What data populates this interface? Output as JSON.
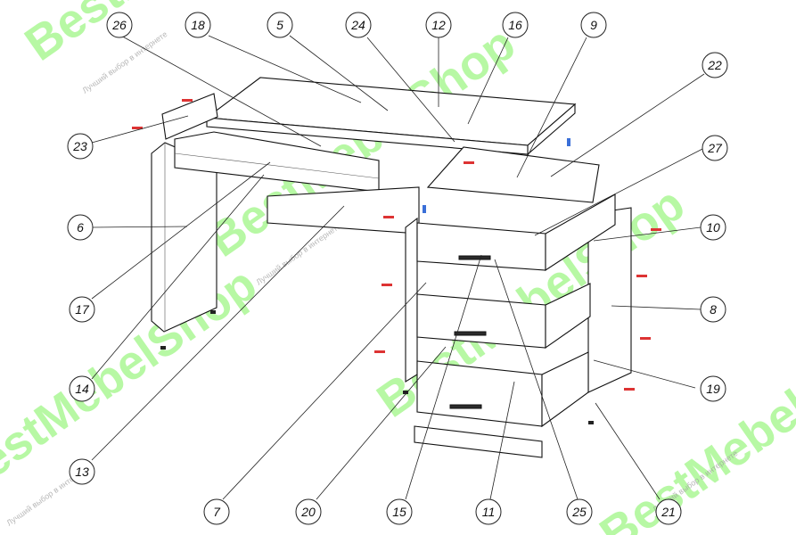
{
  "diagram": {
    "callouts": [
      {
        "label": "26"
      },
      {
        "label": "18"
      },
      {
        "label": "5"
      },
      {
        "label": "24"
      },
      {
        "label": "12"
      },
      {
        "label": "16"
      },
      {
        "label": "9"
      },
      {
        "label": "22"
      },
      {
        "label": "27"
      },
      {
        "label": "10"
      },
      {
        "label": "8"
      },
      {
        "label": "19"
      },
      {
        "label": "21"
      },
      {
        "label": "25"
      },
      {
        "label": "11"
      },
      {
        "label": "15"
      },
      {
        "label": "20"
      },
      {
        "label": "7"
      },
      {
        "label": "13"
      },
      {
        "label": "14"
      },
      {
        "label": "17"
      },
      {
        "label": "6"
      },
      {
        "label": "23"
      }
    ]
  },
  "watermark": {
    "brand": "BestMebelShop",
    "tagline": "Лучший выбор в интернете",
    "color": "#7cf25a"
  }
}
